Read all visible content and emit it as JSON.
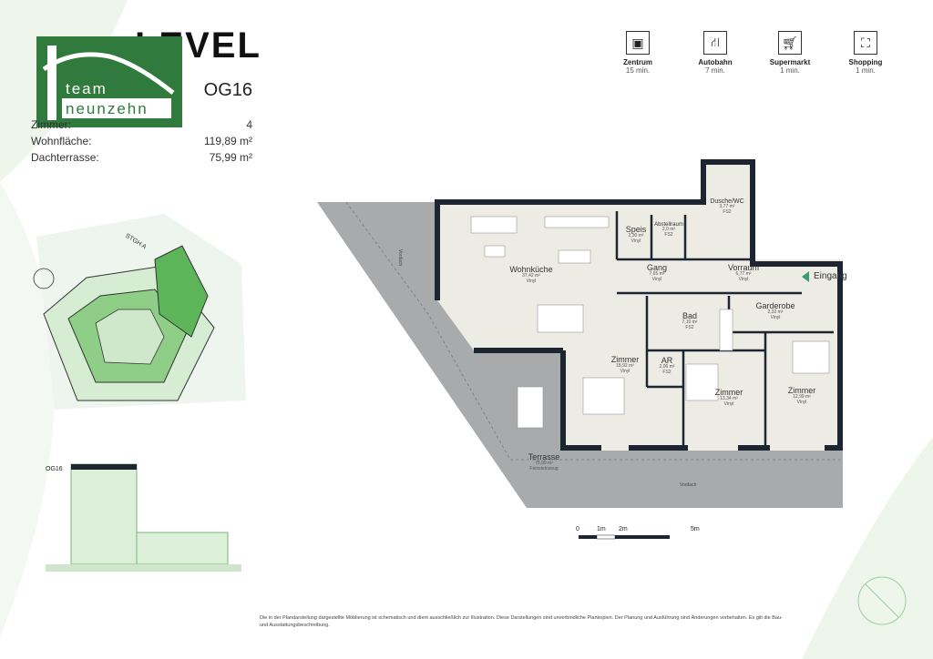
{
  "header": {
    "title": "LEVEL",
    "top": "OG16"
  },
  "logo": {
    "line1": "team",
    "line2": "neunzehn"
  },
  "facts": [
    {
      "label": "Zimmer:",
      "value": "4"
    },
    {
      "label": "Wohnfläche:",
      "value": "119,89 m²"
    },
    {
      "label": "Dachterrasse:",
      "value": "75,99 m²"
    }
  ],
  "poi": [
    {
      "icon": "city-icon",
      "name": "Zentrum",
      "time": "15 min."
    },
    {
      "icon": "highway-icon",
      "name": "Autobahn",
      "time": "7 min."
    },
    {
      "icon": "cart-icon",
      "name": "Supermarkt",
      "time": "1 min."
    },
    {
      "icon": "bag-icon",
      "name": "Shopping",
      "time": "1 min."
    }
  ],
  "rooms": [
    {
      "name": "Wohnküche",
      "area": "37,42 m²",
      "floor": "Vinyl"
    },
    {
      "name": "Speis",
      "area": "2,30 m²",
      "floor": "Vinyl"
    },
    {
      "name": "Abstellraum",
      "area": "2,0 m²",
      "floor": "FS2"
    },
    {
      "name": "Dusche/WC",
      "area": "3,77 m²",
      "floor": "FS2"
    },
    {
      "name": "Gang",
      "area": "7,65 m²",
      "floor": "Vinyl"
    },
    {
      "name": "Vorraum",
      "area": "6,77 m²",
      "floor": "Vinyl"
    },
    {
      "name": "Garderobe",
      "area": "2,32 m²",
      "floor": "Vinyl"
    },
    {
      "name": "Bad",
      "area": "7,10 m²",
      "floor": "FS2"
    },
    {
      "name": "AR",
      "area": "2,06 m²",
      "floor": "FS2"
    },
    {
      "name": "Zimmer",
      "area": "18,92 m²",
      "floor": "Vinyl"
    },
    {
      "name": "Zimmer",
      "area": "13,34 m²",
      "floor": "Vinyl"
    },
    {
      "name": "Zimmer",
      "area": "12,99 m²",
      "floor": "Vinyl"
    },
    {
      "name": "Terrasse",
      "area": "75,99 m²",
      "floor": "Feinsteinzeug"
    }
  ],
  "entrance": "Eingang",
  "canopy": "Vordach",
  "site": {
    "stair": "STGH A"
  },
  "elevation": {
    "level": "OG16"
  },
  "scale": [
    "0",
    "1m",
    "2m",
    "5m"
  ],
  "colors": {
    "brand": "#2f7a3c",
    "wall": "#1c2530",
    "terrace": "#a9aaab",
    "floor": "#ecebe4",
    "accent": "#3a9a6a"
  },
  "disclaimer": "Die in der Plandarstellung dargestellte Möblierung ist schematisch und dient ausschließlich zur Illustration. Diese Darstellungen sind unverbindliche Plankopien. Der Planung und Ausführung sind Änderungen vorbehalten. Es gilt die Bau- und Ausstattungsbeschreibung."
}
